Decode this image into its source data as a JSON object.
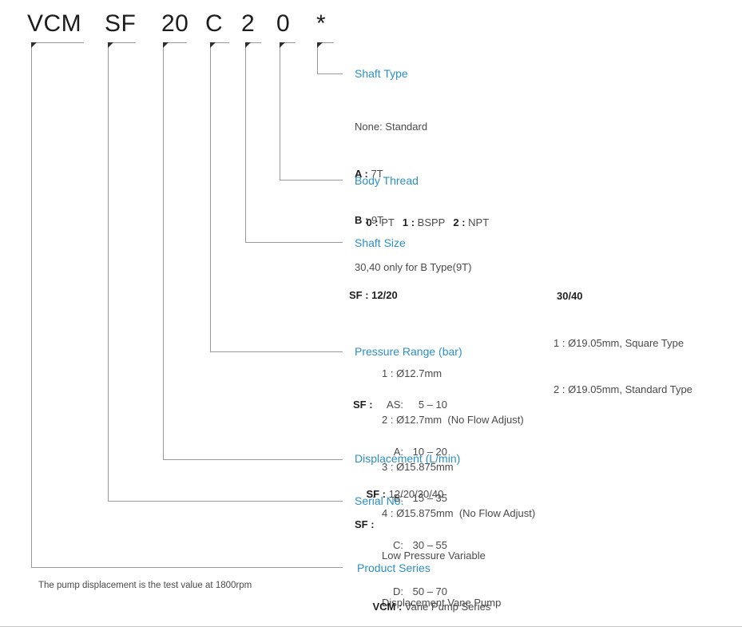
{
  "colors": {
    "accent": "#2b90c4",
    "text": "#4a4a4a",
    "bold_text": "#1f1f1f",
    "line": "#9a9a9a"
  },
  "code": {
    "segments": [
      {
        "label": "VCM"
      },
      {
        "label": "SF"
      },
      {
        "label": "20"
      },
      {
        "label": "C"
      },
      {
        "label": "2"
      },
      {
        "label": "0"
      },
      {
        "label": "*"
      }
    ]
  },
  "sections": {
    "shaft_type": {
      "title": "Shaft Type",
      "lines": [
        {
          "key": "",
          "text": "None: Standard"
        },
        {
          "key": "A : ",
          "text": "7T"
        },
        {
          "key": "B : ",
          "text": "9T"
        },
        {
          "key": "",
          "text": "30,40 only for B Type(9T)"
        }
      ]
    },
    "body_thread": {
      "title": "Body Thread",
      "options": [
        {
          "key": "0 : ",
          "text": "PT"
        },
        {
          "key": "1 : ",
          "text": "BSPP"
        },
        {
          "key": "2 : ",
          "text": "NPT"
        }
      ]
    },
    "shaft_size": {
      "title": "Shaft Size",
      "left": {
        "prefix": "SF : ",
        "heading": "12/20",
        "items": [
          "1 : Ø12.7mm",
          "2 : Ø12.7mm  (No Flow Adjust)",
          "3 : Ø15.875mm",
          "4 : Ø15.875mm  (No Flow Adjust)"
        ]
      },
      "right": {
        "heading": "30/40",
        "items": [
          "1 : Ø19.05mm, Square Type",
          "2 : Ø19.05mm, Standard Type"
        ]
      }
    },
    "pressure_range": {
      "title": "Pressure Range (bar)",
      "prefix": "SF : ",
      "items": [
        {
          "key": "AS:",
          "value": "5 – 10"
        },
        {
          "key": "A:",
          "value": "10 – 20"
        },
        {
          "key": "B:",
          "value": "15 – 35"
        },
        {
          "key": "C:",
          "value": "30 – 55"
        },
        {
          "key": "D:",
          "value": "50 – 70"
        }
      ]
    },
    "displacement": {
      "title": "Displacement (L/min)",
      "prefix": "SF : ",
      "value": "12/20/30/40"
    },
    "serial_no": {
      "title": "Serial No.",
      "prefix": "SF : ",
      "value_line1": "Low Pressure Variable",
      "value_line2": "Displacement Vane Pump"
    },
    "product_series": {
      "title": "Product Series",
      "prefix": "VCM : ",
      "value": "Vane Pump Series"
    }
  },
  "note": "The pump displacement is the test value at 1800rpm"
}
